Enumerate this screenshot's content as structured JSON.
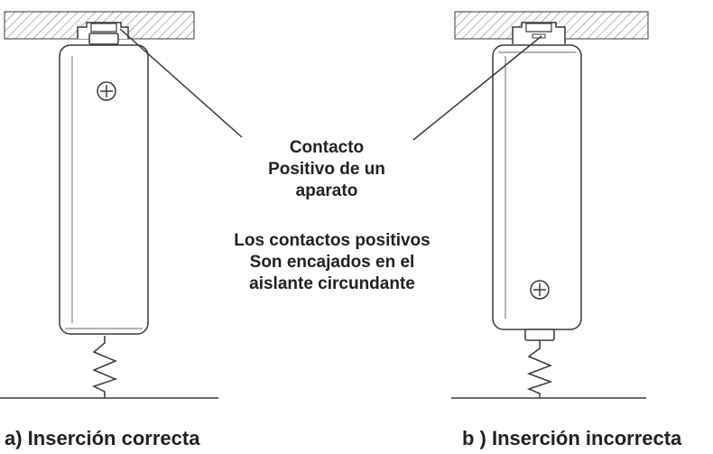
{
  "labels": {
    "contact": [
      "Contacto",
      "Positivo de un",
      "aparato"
    ],
    "note": [
      "Los contactos positivos",
      "Son encajados en el",
      "aislante circundante"
    ],
    "caption_a": "a) Inserción correcta",
    "caption_b": "b ) Inserción incorrecta"
  },
  "symbols": {
    "positive": "⊕"
  },
  "colors": {
    "line": "#3a3a3a",
    "hatch": "#7a7a7a",
    "text": "#222222"
  }
}
